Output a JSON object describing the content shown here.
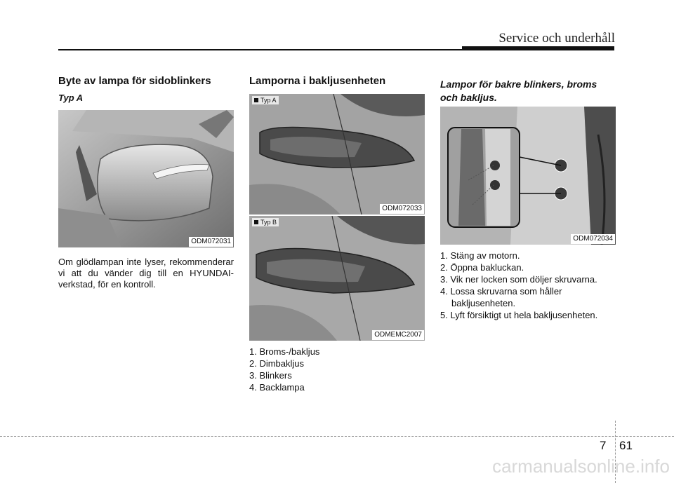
{
  "header": {
    "title": "Service och underhåll"
  },
  "col1": {
    "heading": "Byte av lampa för sidoblinkers",
    "subheading": "Typ A",
    "image_code": "ODM072031",
    "body": "Om glödlampan inte lyser, rekommenderar vi att du vänder dig till en HYUNDAI-verkstad, för en kontroll."
  },
  "col2": {
    "heading": "Lamporna i bakljusenheten",
    "image_a": {
      "label": "Typ A",
      "code": "ODM072033"
    },
    "image_b": {
      "label": "Typ B",
      "code": "ODMEMC2007"
    },
    "items": [
      "1. Broms-/bakljus",
      "2. Dimbakljus",
      "3. Blinkers",
      "4. Backlampa"
    ]
  },
  "col3": {
    "heading": "Lampor för bakre blinkers, broms och bakljus.",
    "image_code": "ODM072034",
    "steps": [
      "1. Stäng av motorn.",
      "2. Öppna bakluckan.",
      "3. Vik ner locken som döljer skruvarna.",
      "4. Lossa skruvarna som håller bakljusenheten.",
      "5. Lyft försiktigt ut hela bakljusenheten."
    ]
  },
  "footer": {
    "chapter": "7",
    "page": "61",
    "watermark": "carmanualsonline.info"
  }
}
